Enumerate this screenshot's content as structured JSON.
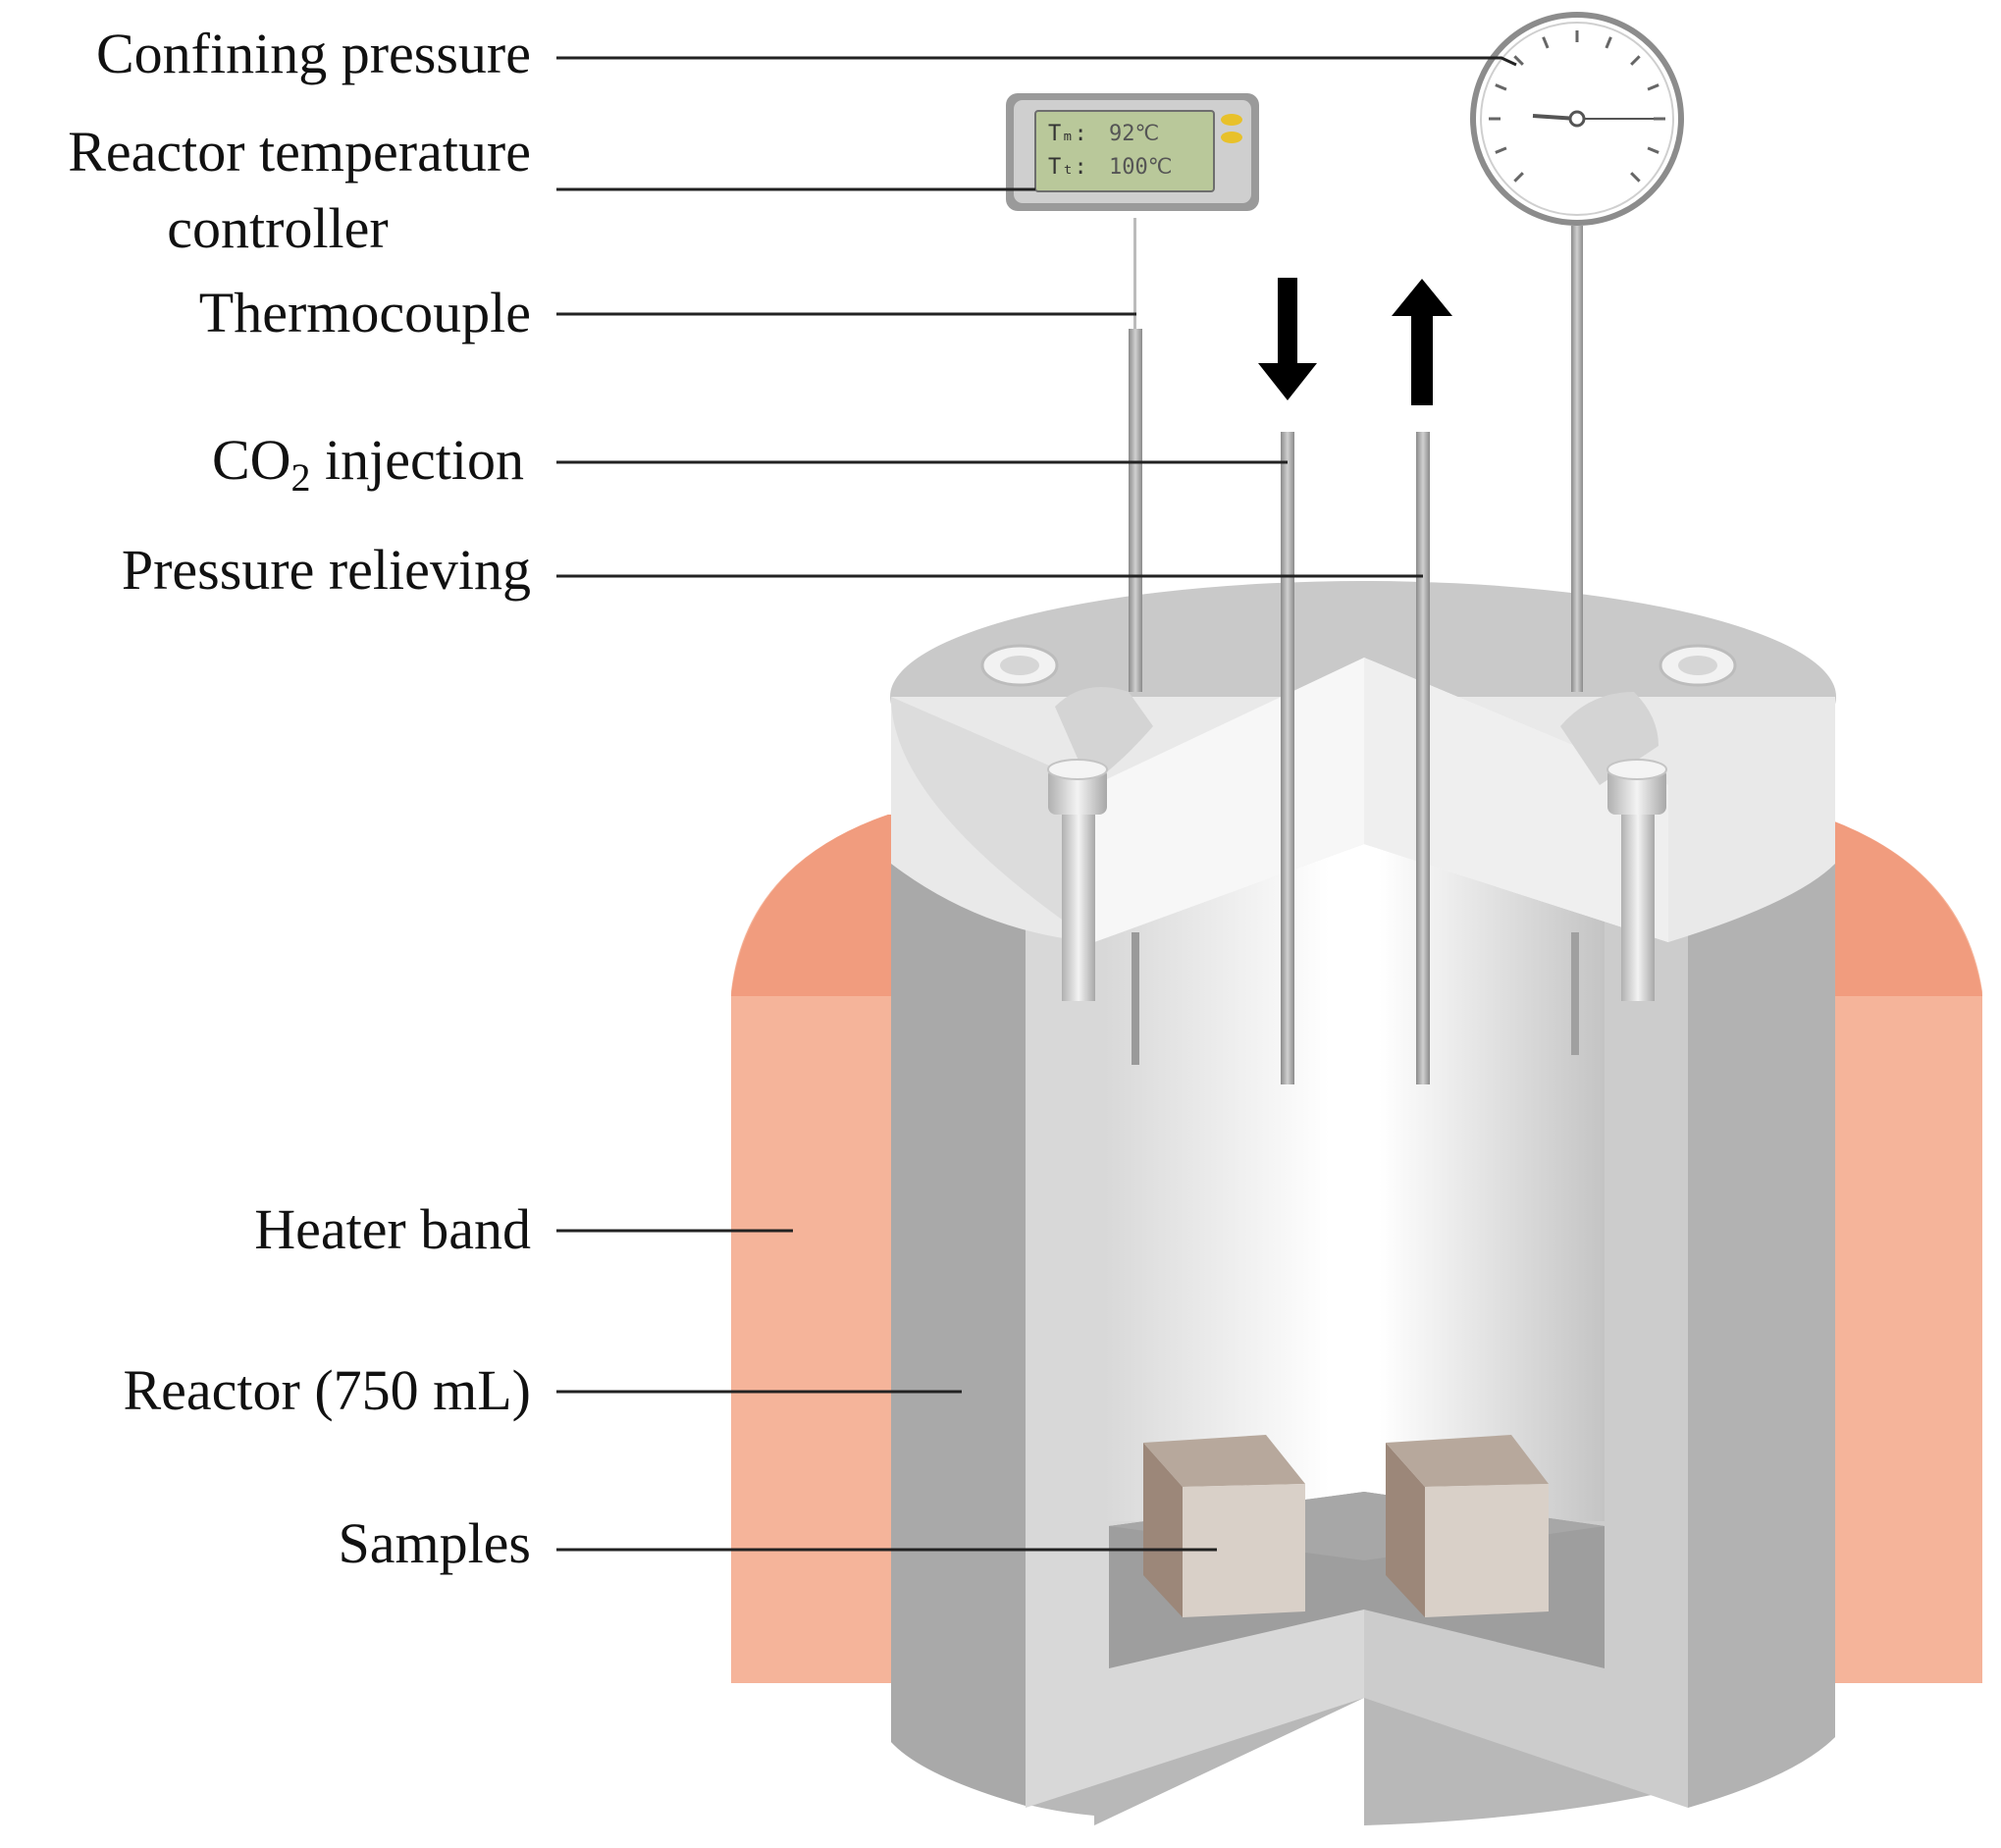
{
  "labels": {
    "confining_pressure": "Confining pressure",
    "reactor_temperature_controller_line1": "Reactor temperature",
    "reactor_temperature_controller_line2": "controller",
    "thermocouple": "Thermocouple",
    "co2_injection_prefix": "CO",
    "co2_injection_subscript": "2",
    "co2_injection_suffix": " injection",
    "pressure_relieving": "Pressure relieving",
    "heater_band": "Heater band",
    "reactor": "Reactor (750 mL)",
    "samples": "Samples"
  },
  "controller_display": {
    "row1_label": "Tₘ:",
    "row1_value": "92℃",
    "row2_label": "Tₜ:",
    "row2_value": "100℃"
  },
  "colors": {
    "heater_band": "#f5b49a",
    "heater_band_top": "#f19c7e",
    "reactor_steel": "#bdbdbd",
    "lcd_screen": "#b9c89a",
    "sample_block": "#d9d0c8",
    "indicator_led": "#e8c12a"
  }
}
